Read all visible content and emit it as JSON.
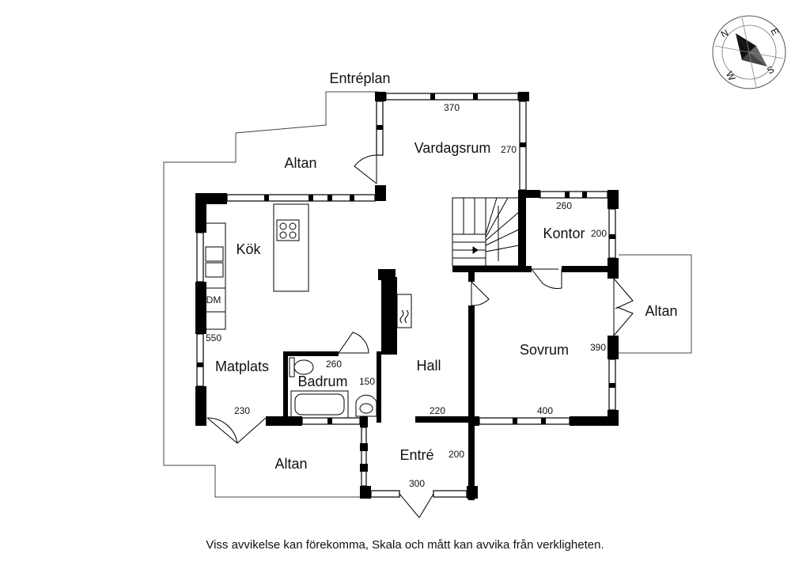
{
  "plan": {
    "title": "Entréplan",
    "rooms": {
      "vardagsrum": "Vardagsrum",
      "kok": "Kök",
      "matplats": "Matplats",
      "badrum": "Badrum",
      "hall": "Hall",
      "entre": "Entré",
      "kontor": "Kontor",
      "sovrum": "Sovrum",
      "altan_top": "Altan",
      "altan_right": "Altan",
      "altan_bottom": "Altan"
    },
    "appliance_dm": "DM",
    "dimensions": {
      "vardagsrum_width": "370",
      "vardagsrum_depth": "270",
      "kontor_width": "260",
      "kontor_depth": "200",
      "kok_depth": "550",
      "matplats_width": "230",
      "badrum_width": "260",
      "badrum_depth": "150",
      "hall_width": "220",
      "sovrum_width": "400",
      "sovrum_depth": "390",
      "entre_depth": "200",
      "entre_width": "300"
    }
  },
  "compass": {
    "n": "N",
    "e": "E",
    "s": "S",
    "w": "W"
  },
  "footer_note": "Viss avvikelse kan förekomma, Skala och mått kan avvika från verkligheten."
}
